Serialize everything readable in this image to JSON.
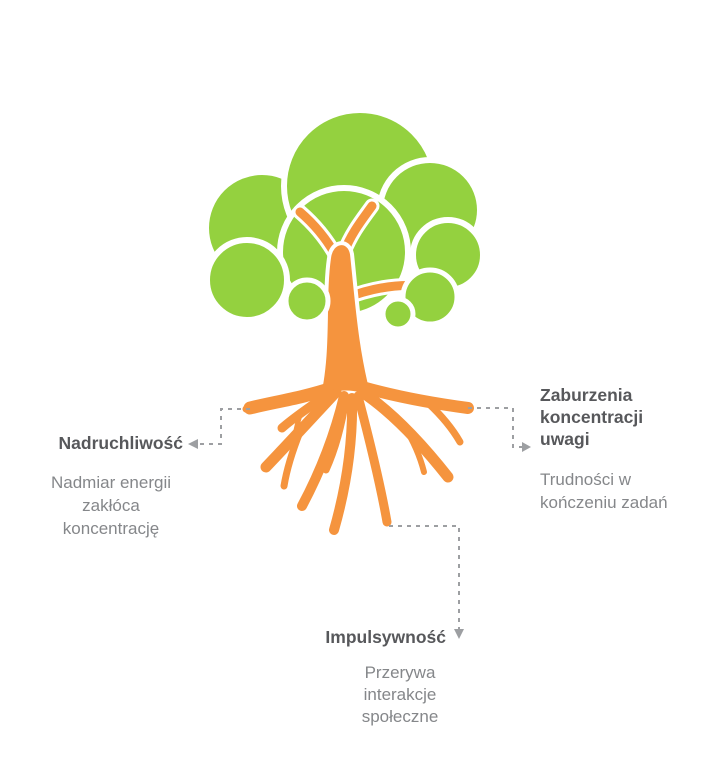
{
  "diagram": {
    "type": "tree-roots-infographic",
    "labels": {
      "left": {
        "title": "Nadruchliwość",
        "desc_lines": [
          "Nadmiar energii",
          "zakłóca",
          "koncentrację"
        ]
      },
      "right": {
        "title_lines": [
          "Zaburzenia",
          "koncentracji",
          "uwagi"
        ],
        "desc_lines": [
          "Trudności w",
          "kończeniu zadań"
        ]
      },
      "bottom": {
        "title": "Impulsywność",
        "desc_lines": [
          "Przerywa",
          "interakcje",
          "społeczne"
        ]
      }
    },
    "colors": {
      "background": "#ffffff",
      "canopy_green": "#94d13f",
      "trunk_orange": "#f5943e",
      "title_gray": "#57585b",
      "description_gray": "#85878a",
      "connector_gray": "#9d9fa2"
    }
  }
}
